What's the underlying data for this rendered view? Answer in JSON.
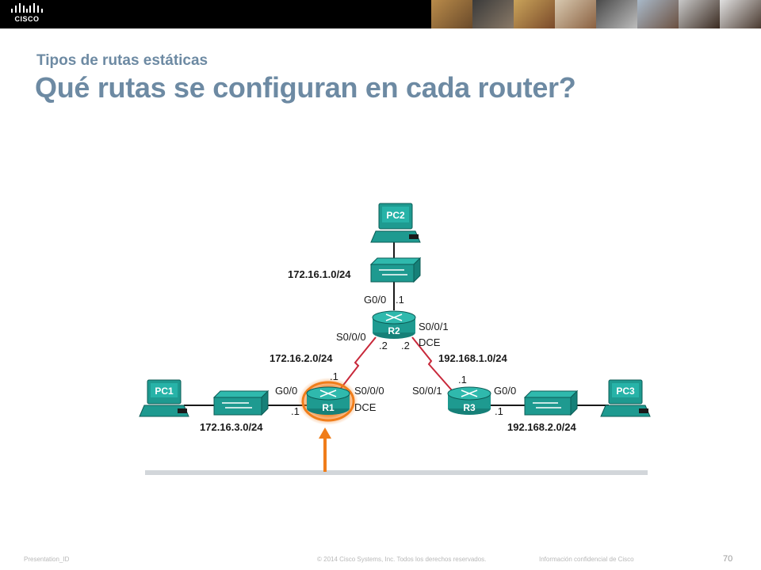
{
  "header": {
    "logo_text": "CISCO"
  },
  "slide": {
    "subtitle": "Tipos de rutas estáticas",
    "title": "Qué rutas se configuran en cada router?"
  },
  "diagram": {
    "devices": {
      "pc1": "PC1",
      "pc2": "PC2",
      "pc3": "PC3",
      "r1": "R1",
      "r2": "R2",
      "r3": "R3"
    },
    "networks": {
      "lan_pc2": "172.16.1.0/24",
      "wan_r1_r2": "172.16.2.0/24",
      "wan_r2_r3": "192.168.1.0/24",
      "lan_pc1": "172.16.3.0/24",
      "lan_pc3": "192.168.2.0/24"
    },
    "interfaces": {
      "r2_g00": "G0/0",
      "r2_g00_ip": ".1",
      "r2_s000": "S0/0/0",
      "r2_s000_ip": ".2",
      "r2_s001": "S0/0/1",
      "r2_s001_ip": ".2",
      "r2_dce": "DCE",
      "r1_g00": "G0/0",
      "r1_g00_ip": ".1",
      "r1_s000": "S0/0/0",
      "r1_s000_ip": ".1",
      "r1_dce": "DCE",
      "r3_s001": "S0/0/1",
      "r3_s001_ip": ".1",
      "r3_g00": "G0/0",
      "r3_g00_ip": ".1"
    },
    "highlighted_router": "R1",
    "highlight_color": "#f07d1a",
    "device_color": "#1e9a90",
    "serial_link_color": "#c8283a"
  },
  "footer": {
    "presentation_id": "Presentation_ID",
    "copyright": "© 2014 Cisco Systems, Inc. Todos los derechos reservados.",
    "confidential": "Información confidencial de Cisco",
    "page_number": "70"
  }
}
